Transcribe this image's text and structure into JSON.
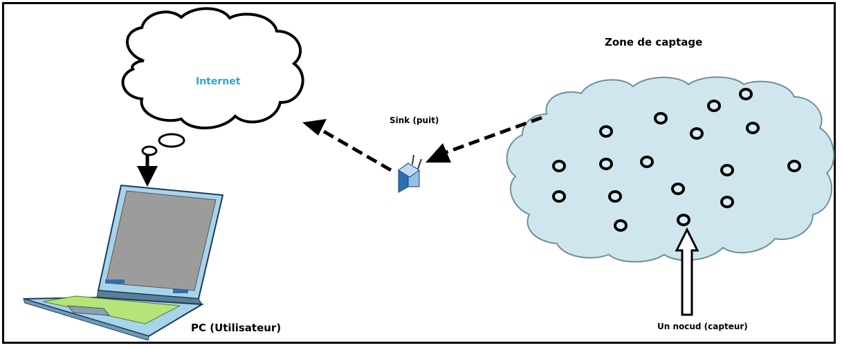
{
  "labels": {
    "internet": "Internet",
    "zone": "Zone de captage",
    "sink": "Sink (puit)",
    "pc": "PC (Utilisateur)",
    "node": "Un nocud (capteur)"
  },
  "colors": {
    "internet_text": "#2aa3d6",
    "sensor_cloud_fill": "#cfe6ee",
    "laptop_screen": "#9c9c9c",
    "laptop_bezel": "#a8d4ea",
    "keyboard": "#b6e37a"
  }
}
